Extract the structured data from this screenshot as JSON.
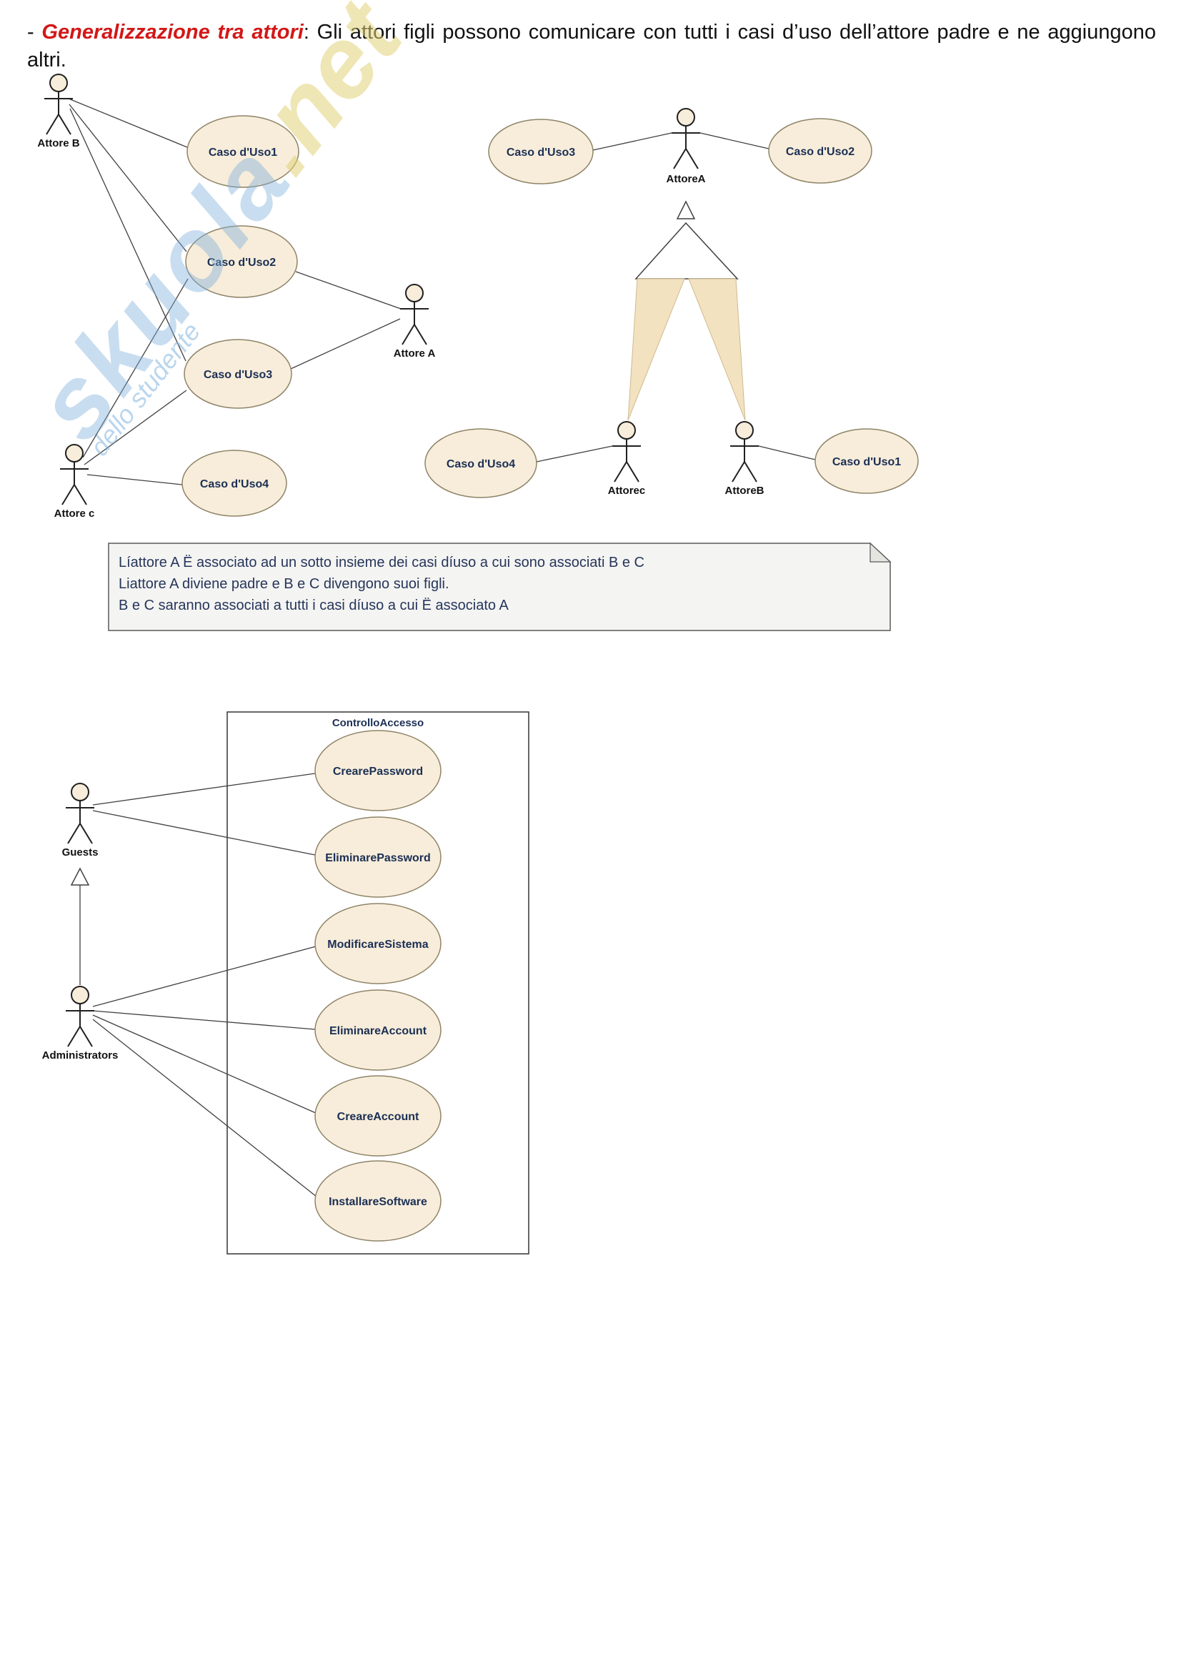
{
  "header": {
    "dash": "- ",
    "title": "Generalizzazione tra attori",
    "rest": ": Gli attori figli possono comunicare con tutti i casi d’uso dell’attore padre e ne aggiungono altri."
  },
  "watermark": {
    "main": "skuola",
    "suffix": ".net",
    "tagline": "dello studente"
  },
  "colors": {
    "accent_red": "#d31717",
    "use_case_fill": "#f7edda",
    "use_case_stroke": "#8f8468",
    "diagram_text": "#1c2f55",
    "note_fill": "#f4f4f2",
    "note_text": "#26355b",
    "cone_fill": "#f3e2c0",
    "watermark_blue": "#7db0dc"
  },
  "diagram1": {
    "actors": [
      {
        "label": "Attore B"
      },
      {
        "label": "Attore A"
      },
      {
        "label": "Attore c"
      }
    ],
    "use_cases": [
      {
        "label": "Caso d'Uso1"
      },
      {
        "label": "Caso d'Uso2"
      },
      {
        "label": "Caso d'Uso3"
      },
      {
        "label": "Caso d'Uso4"
      }
    ]
  },
  "diagram2": {
    "actors": [
      {
        "label": "AttoreA"
      },
      {
        "label": "Attorec"
      },
      {
        "label": "AttoreB"
      }
    ],
    "use_cases": [
      {
        "label": "Caso d'Uso3"
      },
      {
        "label": "Caso d'Uso2"
      },
      {
        "label": "Caso d'Uso4"
      },
      {
        "label": "Caso d'Uso1"
      }
    ]
  },
  "note": {
    "lines": [
      "Líattore A Ë associato ad un sotto insieme dei casi díuso a cui sono associati B e C",
      "Liattore A diviene padre e B e C divengono suoi figli.",
      "B e C saranno associati a tutti i casi díuso a cui Ë associato A"
    ]
  },
  "diagram3": {
    "boundary_label": "ControlloAccesso",
    "actors": [
      {
        "label": "Guests"
      },
      {
        "label": "Administrators"
      }
    ],
    "use_cases": [
      {
        "label": "CrearePassword"
      },
      {
        "label": "EliminarePassword"
      },
      {
        "label": "ModificareSistema"
      },
      {
        "label": "EliminareAccount"
      },
      {
        "label": "CreareAccount"
      },
      {
        "label": "InstallareSoftware"
      }
    ]
  }
}
